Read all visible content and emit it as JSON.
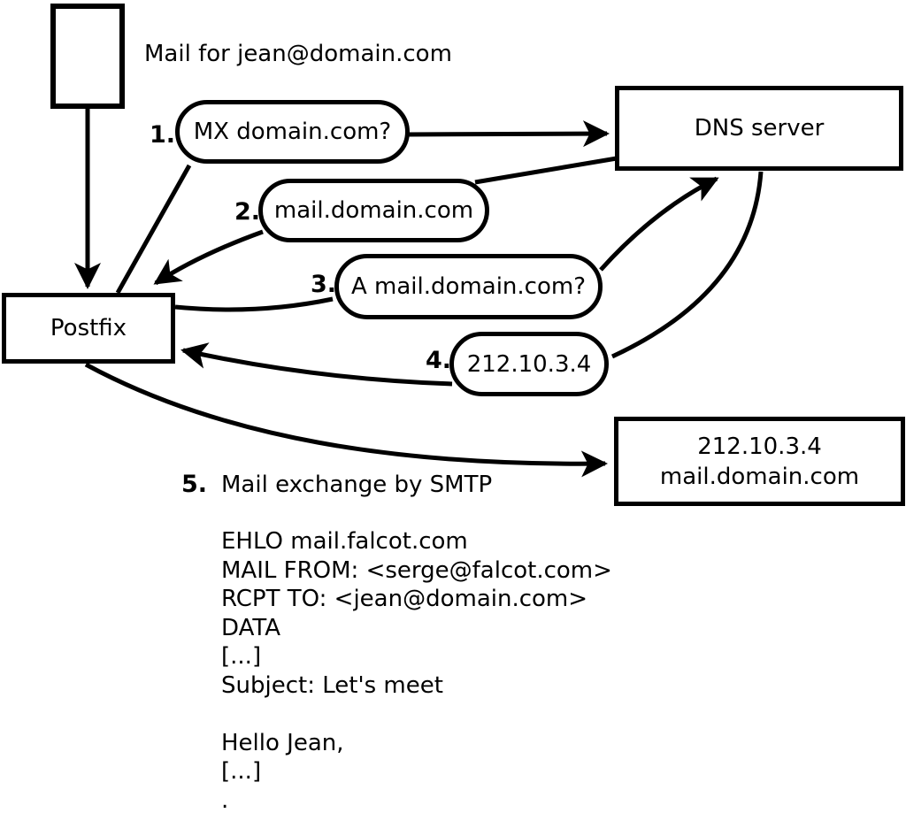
{
  "diagram": {
    "background_color": "#ffffff",
    "stroke_color": "#000000",
    "annotations": {
      "mail_for": "Mail for jean@domain.com"
    },
    "nodes": {
      "postfix": {
        "label": "Postfix"
      },
      "dns": {
        "label": "DNS server"
      },
      "mail_server": {
        "line1": "212.10.3.4",
        "line2": "mail.domain.com"
      }
    },
    "steps": [
      {
        "number": "1.",
        "label": "MX domain.com?"
      },
      {
        "number": "2.",
        "label": "mail.domain.com"
      },
      {
        "number": "3.",
        "label": "A mail.domain.com?"
      },
      {
        "number": "4.",
        "label": "212.10.3.4"
      },
      {
        "number": "5.",
        "label": "Mail exchange by SMTP"
      }
    ],
    "smtp_transcript": {
      "lines": [
        "EHLO mail.falcot.com",
        "MAIL FROM: <serge@falcot.com>",
        "RCPT TO: <jean@domain.com>",
        "DATA",
        "[...]",
        "Subject: Let's meet",
        "",
        "Hello Jean,",
        "[...]",
        "."
      ]
    }
  }
}
